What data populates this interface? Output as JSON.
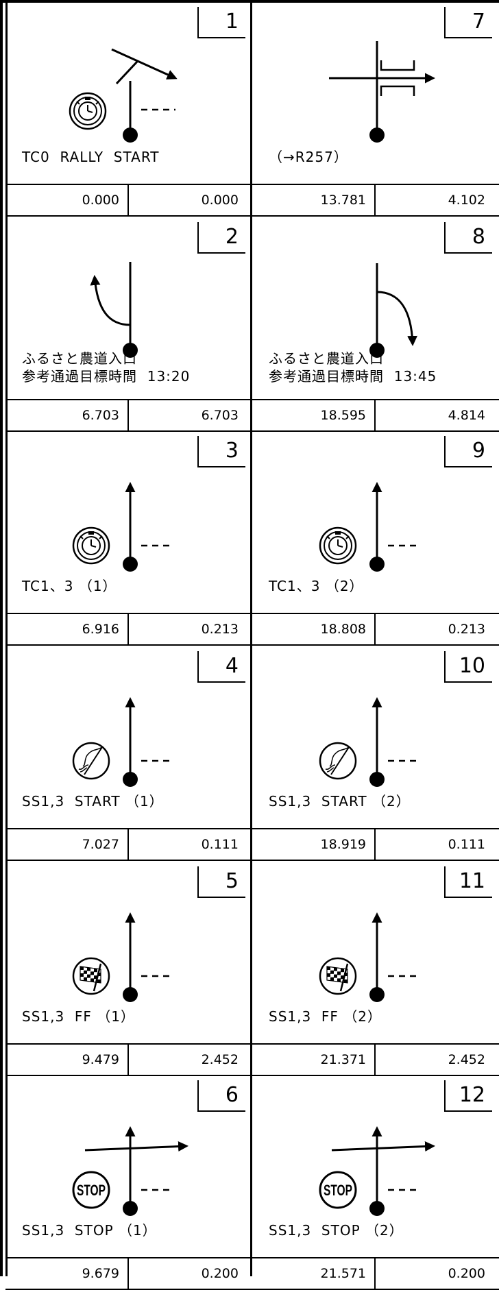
{
  "entries": [
    {
      "number": "1",
      "caption_lines": [
        "TC0  RALLY  START"
      ],
      "total": "0.000",
      "interval": "0.000",
      "diagram": "start-right"
    },
    {
      "number": "7",
      "caption_lines": [
        "（→R257）"
      ],
      "total": "13.781",
      "interval": "4.102",
      "diagram": "straight-right-bridge"
    },
    {
      "number": "2",
      "caption_lines": [
        "ふるさと農道入口",
        "参考通過目標時間  13:20"
      ],
      "total": "6.703",
      "interval": "6.703",
      "diagram": "turn-left"
    },
    {
      "number": "8",
      "caption_lines": [
        "ふるさと農道入口",
        "参考通過目標時間  13:45"
      ],
      "total": "18.595",
      "interval": "4.814",
      "diagram": "turn-right"
    },
    {
      "number": "3",
      "caption_lines": [
        "TC1、3 （1）"
      ],
      "total": "6.916",
      "interval": "0.213",
      "diagram": "tc"
    },
    {
      "number": "9",
      "caption_lines": [
        "TC1、3 （2）"
      ],
      "total": "18.808",
      "interval": "0.213",
      "diagram": "tc"
    },
    {
      "number": "4",
      "caption_lines": [
        "SS1,3  START （1）"
      ],
      "total": "7.027",
      "interval": "0.111",
      "diagram": "ss-start"
    },
    {
      "number": "10",
      "caption_lines": [
        "SS1,3  START （2）"
      ],
      "total": "18.919",
      "interval": "0.111",
      "diagram": "ss-start"
    },
    {
      "number": "5",
      "caption_lines": [
        "SS1,3  FF （1）"
      ],
      "total": "9.479",
      "interval": "2.452",
      "diagram": "ss-ff"
    },
    {
      "number": "11",
      "caption_lines": [
        "SS1,3  FF （2）"
      ],
      "total": "21.371",
      "interval": "2.452",
      "diagram": "ss-ff"
    },
    {
      "number": "6",
      "caption_lines": [
        "SS1,3  STOP （1）"
      ],
      "total": "9.679",
      "interval": "0.200",
      "diagram": "ss-stop"
    },
    {
      "number": "12",
      "caption_lines": [
        "SS1,3  STOP （2）"
      ],
      "total": "21.571",
      "interval": "0.200",
      "diagram": "ss-stop"
    }
  ],
  "stop_sign_text": "STOP"
}
